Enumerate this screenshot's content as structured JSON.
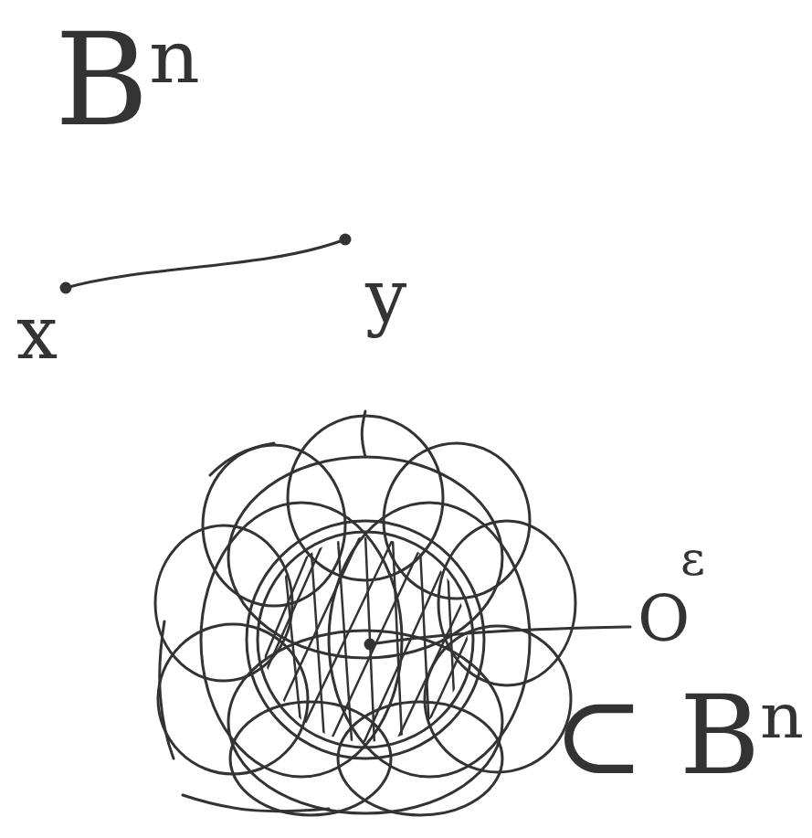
{
  "diagram": {
    "labels": [
      "Bⁿ",
      "x",
      "y",
      "O",
      "ε",
      "⊂ Bⁿ"
    ]
  }
}
